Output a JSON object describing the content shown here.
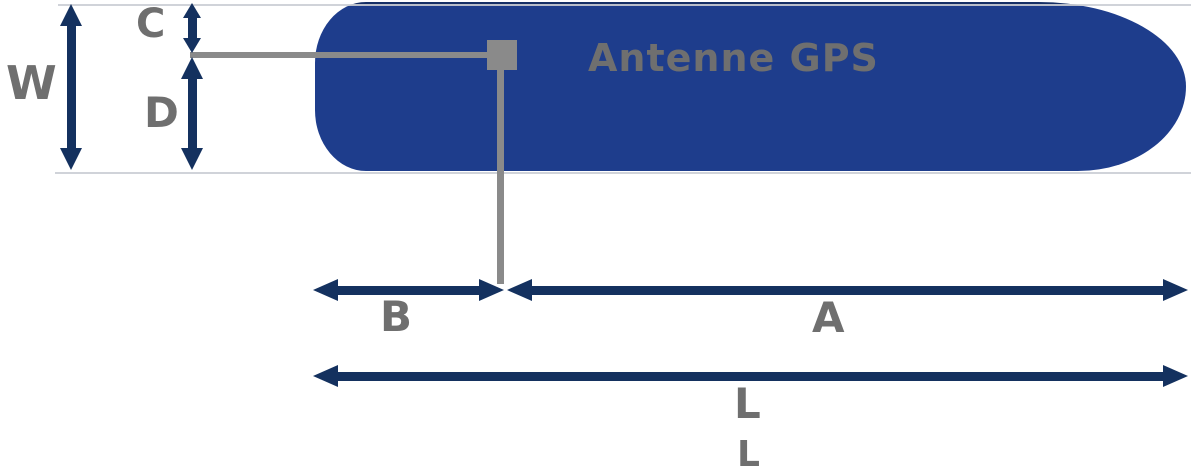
{
  "diagram": {
    "title": "Antenne GPS",
    "labels": {
      "w": "W",
      "c": "C",
      "d": "D",
      "b": "B",
      "a": "A",
      "l1": "L",
      "l2": "L"
    },
    "colors": {
      "antenna_fill": "#1e3d8c",
      "antenna_top_edge": "#152f66",
      "dimension_arrow": "#14315f",
      "connector_gray": "#8a8a8a",
      "label_gray": "#6f6f6f",
      "reference_line": "#cbced5"
    }
  }
}
